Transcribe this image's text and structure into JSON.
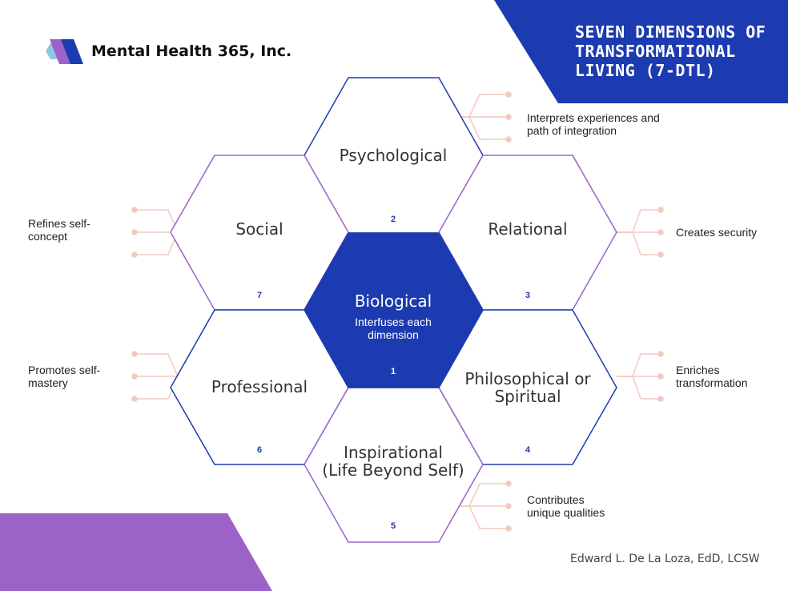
{
  "header": {
    "brand_name": "Mental Health 365, Inc.",
    "title": "SEVEN DIMENSIONS OF TRANSFORMATIONAL LIVING (7-DTL)"
  },
  "dimensions": [
    {
      "number": "1",
      "name": "Biological",
      "subtitle": "Interfuses  each\ndimension"
    },
    {
      "number": "2",
      "name": "Psychological"
    },
    {
      "number": "3",
      "name": "Relational"
    },
    {
      "number": "4",
      "name": "Philosophical or\nSpiritual"
    },
    {
      "number": "5",
      "name": "Inspirational\n(Life Beyond Self)"
    },
    {
      "number": "6",
      "name": "Professional"
    },
    {
      "number": "7",
      "name": "Social"
    }
  ],
  "notes": {
    "psychological": "Interprets experiences and\npath of integration",
    "relational": "Creates security",
    "spiritual": "Enriches\ntransformation",
    "inspirational": "Contributes\nunique qualities",
    "professional": "Promotes self-\nmastery",
    "social": "Refines self-\nconcept"
  },
  "footer": {
    "author": "Edward L. De La Loza, EdD, LCSW"
  },
  "colors": {
    "blue": "#1d3bb0",
    "purple": "#9b63c8",
    "connector": "#f2c9c0",
    "light_blue": "#8ec5ea"
  }
}
